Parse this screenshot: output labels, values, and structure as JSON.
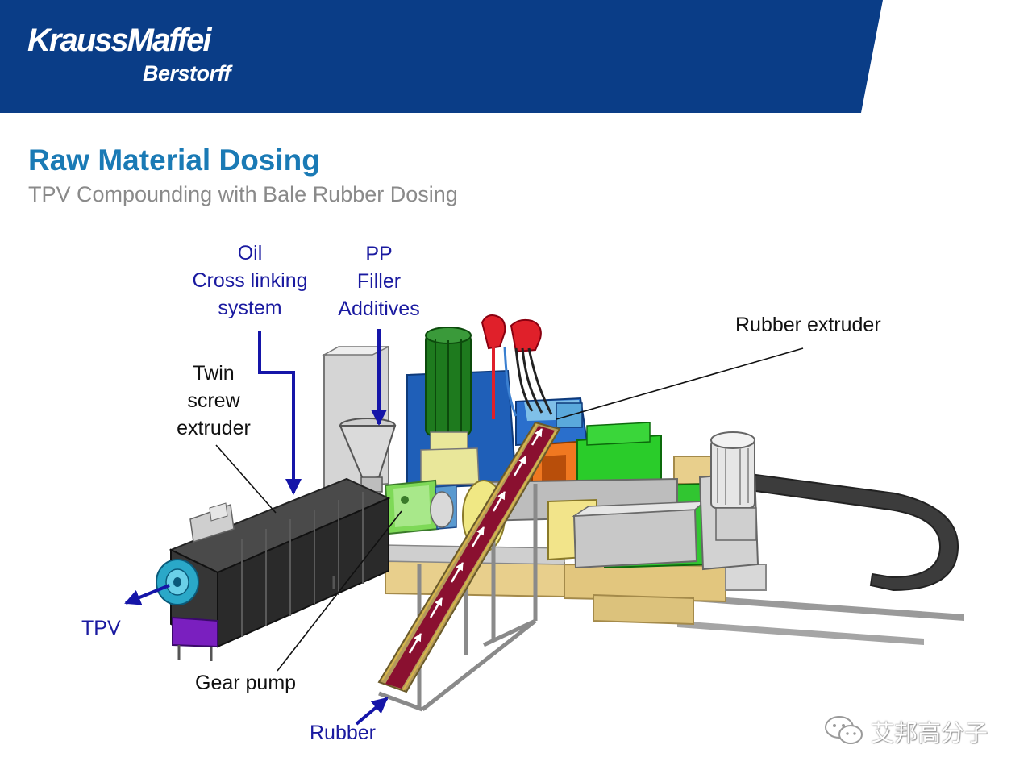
{
  "header": {
    "brand_main": "KraussMaffei",
    "brand_sub": "Berstorff",
    "banner_color": "#0a3d87"
  },
  "slide": {
    "title": "Raw Material Dosing",
    "subtitle": "TPV Compounding with Bale Rubber Dosing",
    "title_color": "#1a7ab5",
    "subtitle_color": "#8a8a8a"
  },
  "labels": {
    "oil": [
      "Oil",
      "Cross linking",
      "system"
    ],
    "pp": [
      "PP",
      "Filler",
      "Additives"
    ],
    "twin": [
      "Twin",
      "screw",
      "extruder"
    ],
    "rubber_extruder": "Rubber extruder",
    "tpv": "TPV",
    "gear_pump": "Gear pump",
    "rubber": "Rubber"
  },
  "colors": {
    "feed_arrow": "#1515a8",
    "leader_line": "#111111",
    "conveyor_belt": "#8a1030",
    "gear_pump_body": "#7ed957",
    "motor": "#1e7a1e",
    "crane_hook": "#e0202a"
  },
  "watermark": {
    "text": "艾邦高分子",
    "icon": "wechat-icon"
  }
}
